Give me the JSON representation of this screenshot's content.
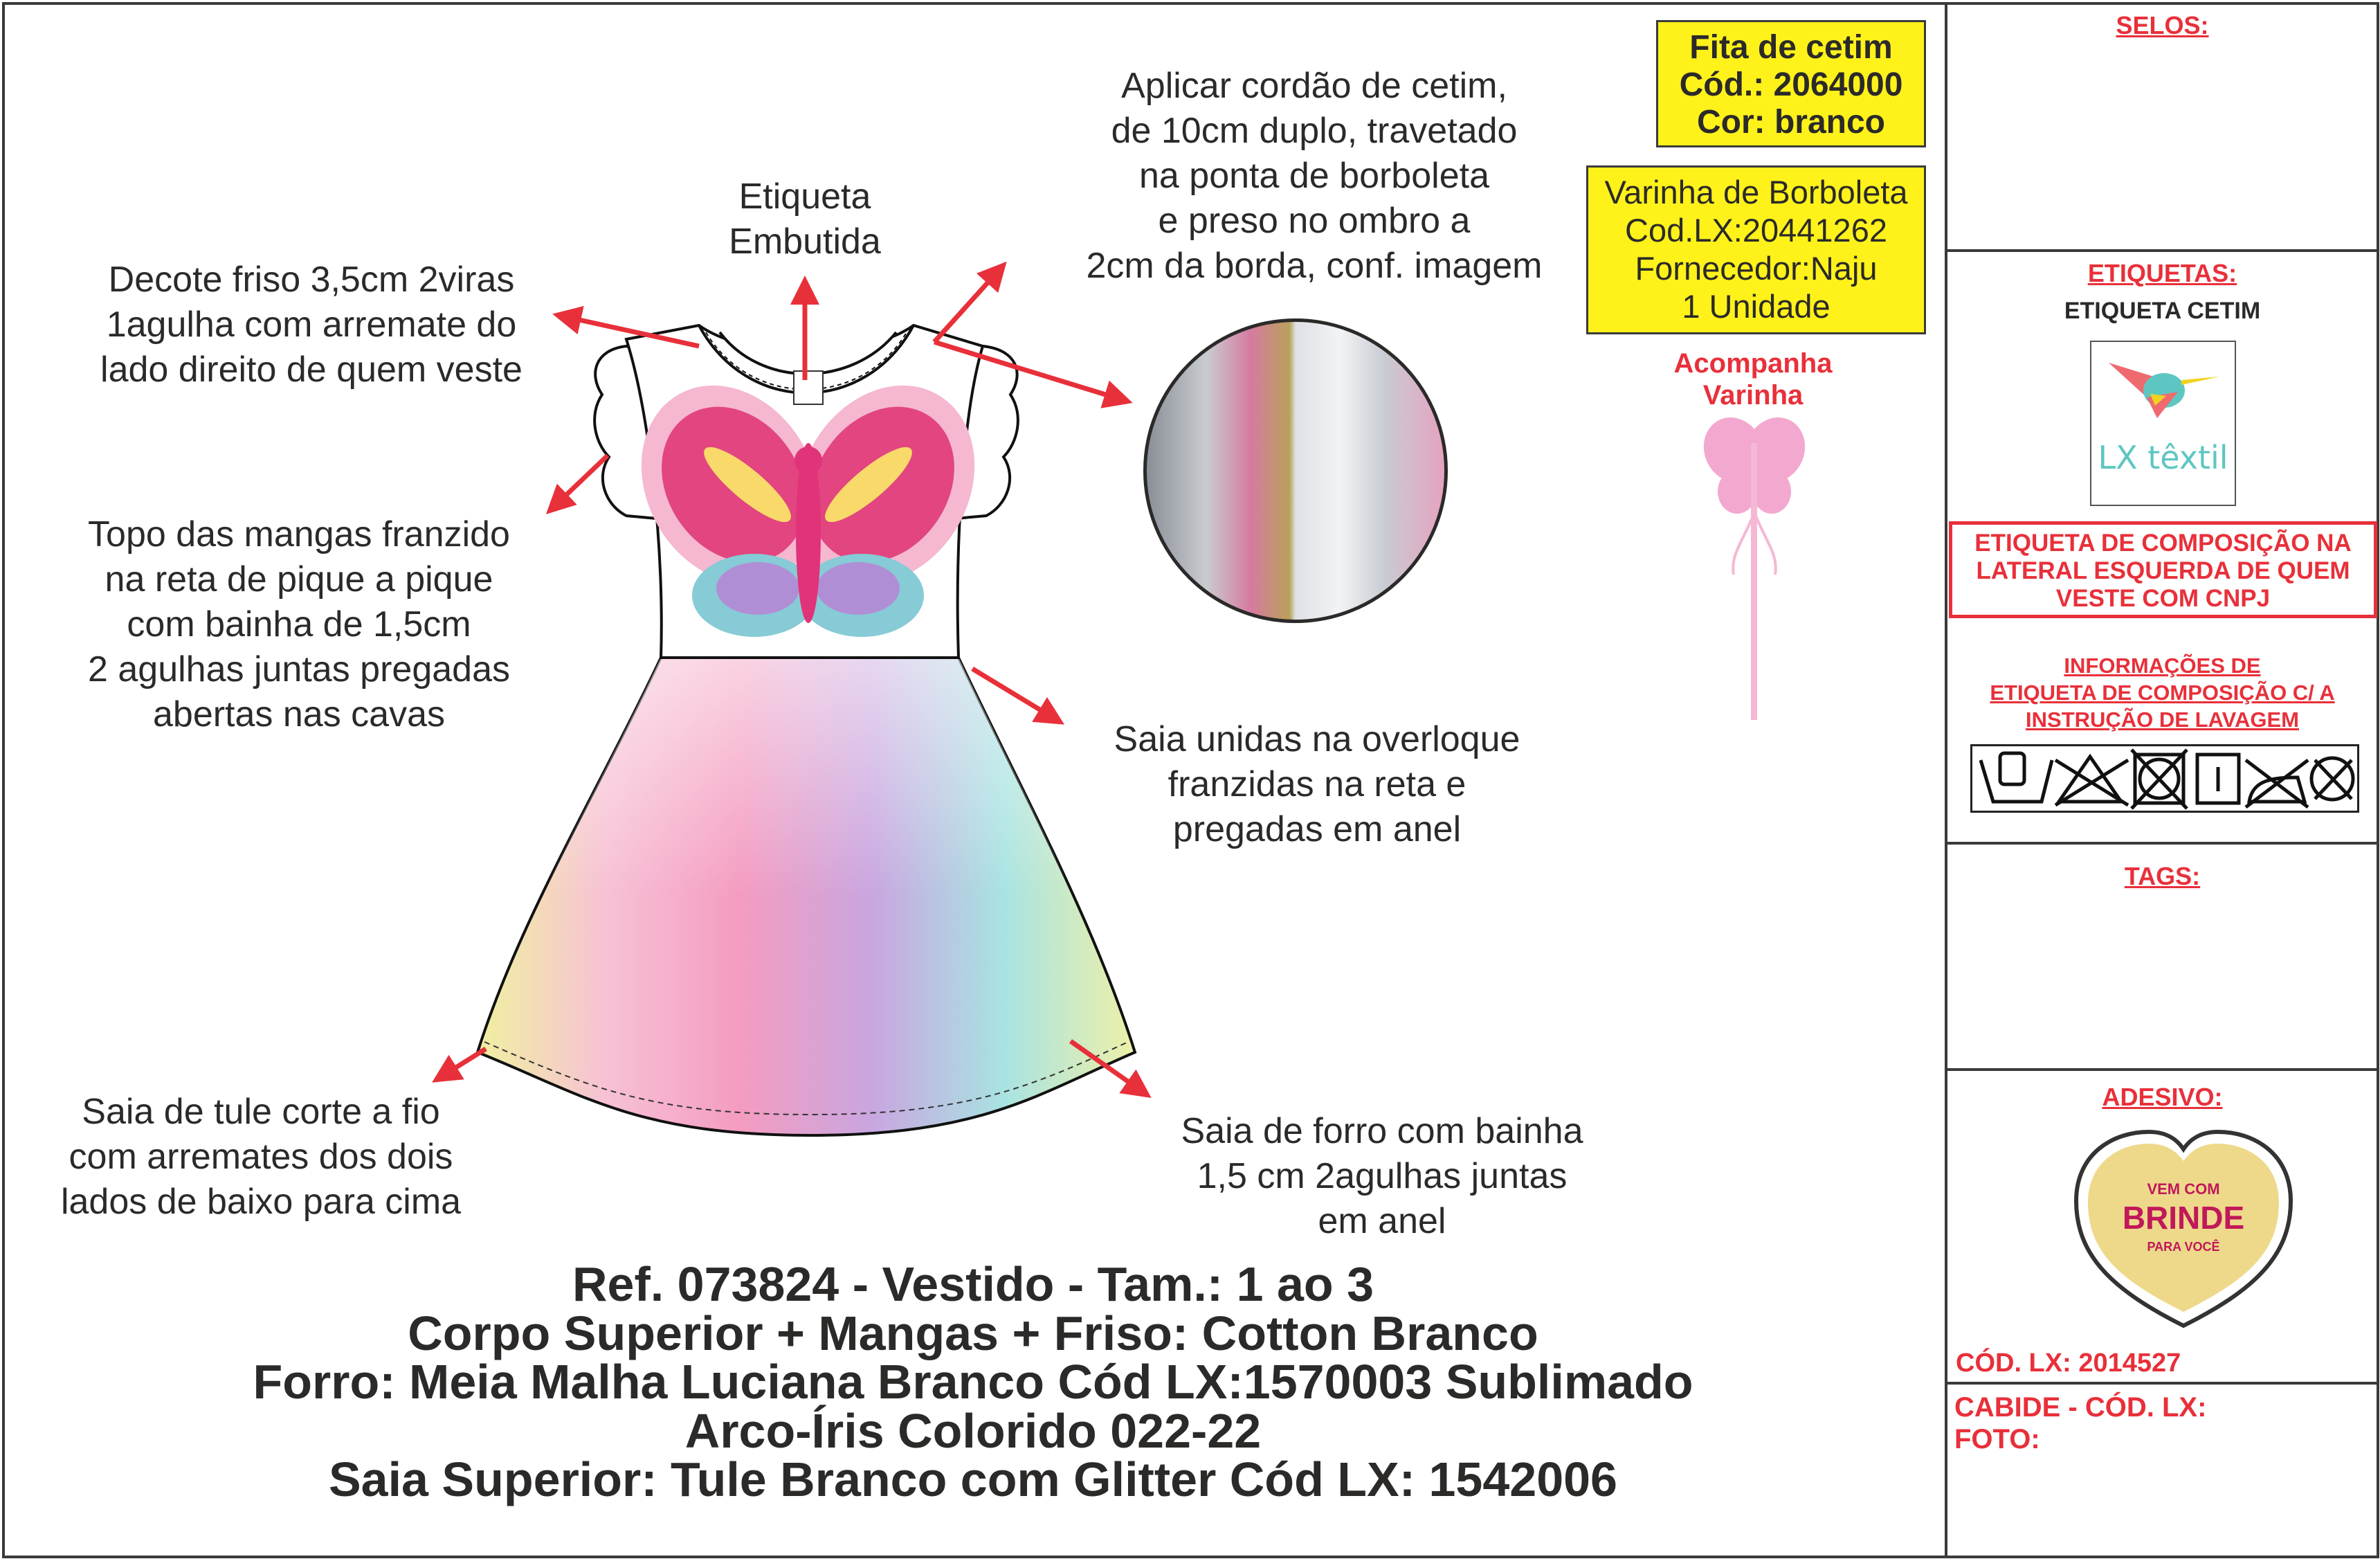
{
  "annotations": {
    "etiqueta": [
      "Etiqueta",
      "Embutida"
    ],
    "aplicar": [
      "Aplicar cordão de cetim,",
      "de 10cm duplo, travetado",
      "na ponta de borboleta",
      "e preso no ombro a",
      "2cm da borda, conf. imagem"
    ],
    "decote": [
      "Decote friso 3,5cm 2viras",
      "1agulha com arremate do",
      "lado direito de quem veste"
    ],
    "topo": [
      "Topo das mangas franzido",
      "na reta de pique a pique",
      "com bainha de 1,5cm",
      "2 agulhas juntas pregadas",
      "abertas nas cavas"
    ],
    "saia_unidas": [
      "Saia unidas na overloque",
      "franzidas na reta e",
      "pregadas em anel"
    ],
    "saia_tule": [
      "Saia de tule corte a fio",
      "com arremates dos dois",
      "lados de baixo para cima"
    ],
    "saia_forro": [
      "Saia de forro com bainha",
      "1,5 cm 2agulhas juntas",
      "em anel"
    ]
  },
  "fita_box": [
    "Fita de cetim",
    "Cód.: 2064000",
    "Cor: branco"
  ],
  "varinha_box": [
    "Varinha de Borboleta",
    "Cod.LX:20441262",
    "Fornecedor:Naju",
    "1 Unidade"
  ],
  "acompanha": [
    "Acompanha",
    "Varinha"
  ],
  "title_lines": [
    "Ref. 073824 - Vestido - Tam.: 1 ao 3",
    "Corpo Superior + Mangas + Friso: Cotton Branco",
    "Forro: Meia Malha Luciana Branco Cód LX:1570003 Sublimado",
    "Arco-Íris Colorido 022-22",
    "Saia Superior: Tule Branco com Glitter Cód LX: 1542006"
  ],
  "right_panel": {
    "selos": "SELOS:",
    "etiquetas": "ETIQUETAS:",
    "etiqueta_cetim": "ETIQUETA CETIM",
    "logo_text": "LX têxtil",
    "composicao": [
      "ETIQUETA DE COMPOSIÇÃO NA",
      "LATERAL ESQUERDA DE QUEM",
      "VESTE COM CNPJ"
    ],
    "informacoes": [
      "INFORMAÇÕES DE",
      "ETIQUETA DE COMPOSIÇÃO C/ A",
      "INSTRUÇÃO DE LAVAGEM"
    ],
    "care_icons": [
      "hand-wash-icon",
      "no-bleach-icon",
      "no-tumble-dry-icon",
      "line-dry-icon",
      "no-iron-icon",
      "no-dry-clean-icon"
    ],
    "tags": "TAGS:",
    "adesivo": "ADESIVO:",
    "sticker_text": [
      "VEM COM",
      "BRINDE",
      "PARA VOCÊ"
    ],
    "cod_lx": "CÓD. LX: 2014527",
    "cabide": "CABIDE - CÓD. LX:",
    "foto": "FOTO:"
  },
  "colors": {
    "red": "#e8303a",
    "yellow": "#fff21a",
    "text": "#2b2a29"
  }
}
